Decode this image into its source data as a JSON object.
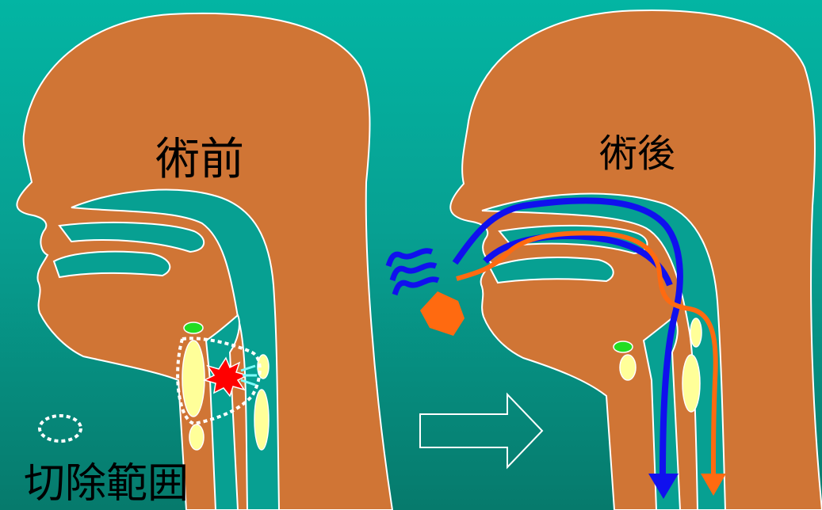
{
  "labels": {
    "before": "術前",
    "after": "術後",
    "legend": "切除範囲"
  },
  "colors": {
    "background": "#07a092",
    "tissue": "#d07535",
    "outline": "#ffffff",
    "airway": "#07a092",
    "cartilage": "#ffff99",
    "hyoid": "#22dd22",
    "tumor": "#ff0000",
    "air_flow": "#1010ee",
    "food_flow": "#ff6a10"
  }
}
